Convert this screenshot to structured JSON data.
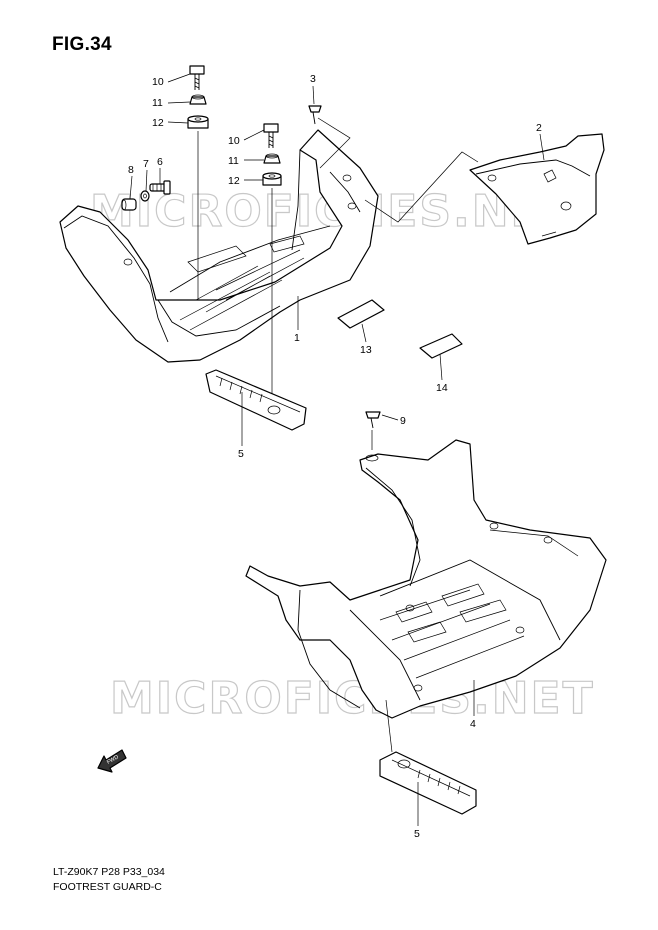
{
  "figure": {
    "title": "FIG.34"
  },
  "watermark": {
    "text": "MICROFICHES.NET"
  },
  "callouts": {
    "p1": "1",
    "p2": "2",
    "p3": "3",
    "p4": "4",
    "p5_top": "5",
    "p5_bottom": "5",
    "p6": "6",
    "p7": "7",
    "p8": "8",
    "p9": "9",
    "p10_a": "10",
    "p10_b": "10",
    "p11_a": "11",
    "p11_b": "11",
    "p12_a": "12",
    "p12_b": "12",
    "p13": "13",
    "p14": "14"
  },
  "fwd_badge": {
    "text": "FWD"
  },
  "footer": {
    "model_code": "LT-Z90K7 P28 P33_034",
    "section_name": "FOOTREST GUARD-C"
  },
  "colors": {
    "line": "#000000",
    "watermark": "#c8c8c8",
    "background": "#ffffff"
  }
}
